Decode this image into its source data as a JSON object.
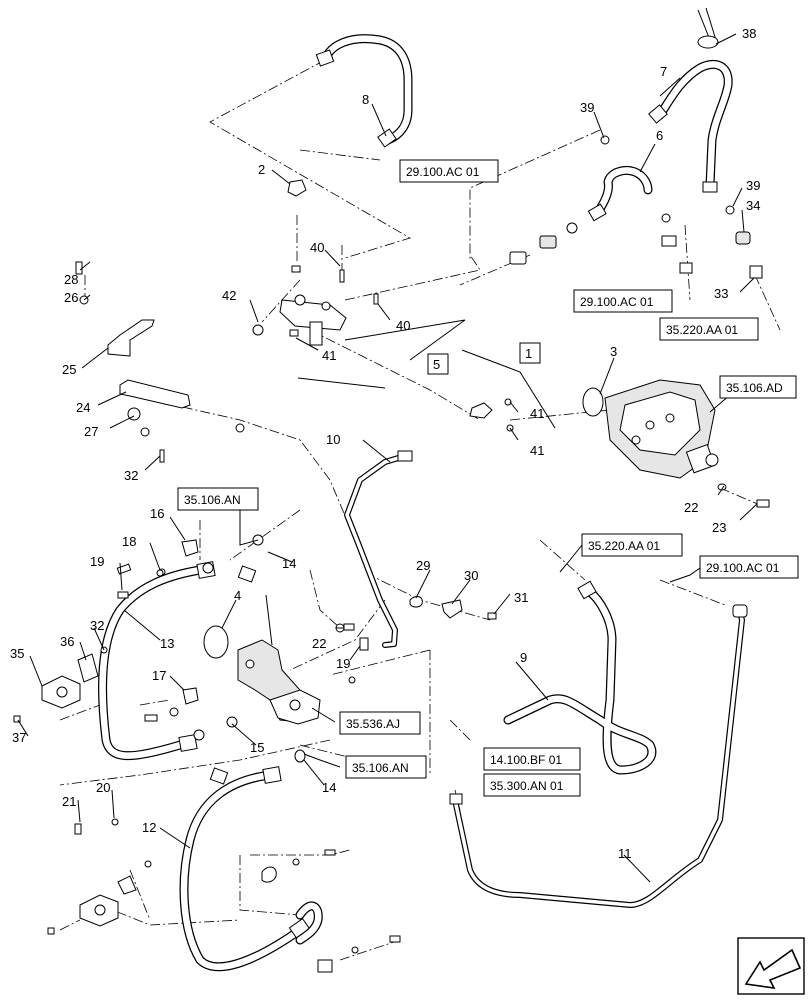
{
  "callouts": {
    "n1": "1",
    "n2": "2",
    "n3": "3",
    "n4": "4",
    "n5": "5",
    "n6": "6",
    "n7": "7",
    "n8": "8",
    "n9": "9",
    "n10": "10",
    "n11": "11",
    "n12": "12",
    "n13": "13",
    "n14a": "14",
    "n14b": "14",
    "n15": "15",
    "n16": "16",
    "n17": "17",
    "n18": "18",
    "n19a": "19",
    "n19b": "19",
    "n20": "20",
    "n21": "21",
    "n22a": "22",
    "n22b": "22",
    "n23": "23",
    "n24": "24",
    "n25": "25",
    "n26": "26",
    "n27": "27",
    "n28": "28",
    "n29": "29",
    "n30": "30",
    "n31": "31",
    "n32a": "32",
    "n32b": "32",
    "n33": "33",
    "n34": "34",
    "n35": "35",
    "n36": "36",
    "n37": "37",
    "n38": "38",
    "n39a": "39",
    "n39b": "39",
    "n40a": "40",
    "n40b": "40",
    "n41a": "41",
    "n41b": "41",
    "n41c": "41",
    "n42": "42"
  },
  "references": {
    "r_29100_top": "29.100.AC 01",
    "r_29100_mid": "29.100.AC 01",
    "r_35220_top": "35.220.AA 01",
    "r_35106ad": "35.106.AD",
    "r_35106an_top": "35.106.AN",
    "r_35220_mid": "35.220.AA 01",
    "r_29100_right": "29.100.AC 01",
    "r_35536aj": "35.536.AJ",
    "r_35106an_bottom": "35.106.AN",
    "r_14100bf": "14.100.BF 01",
    "r_35300an": "35.300.AN 01"
  },
  "icons": {
    "nav": "arrow-left-down-icon"
  }
}
